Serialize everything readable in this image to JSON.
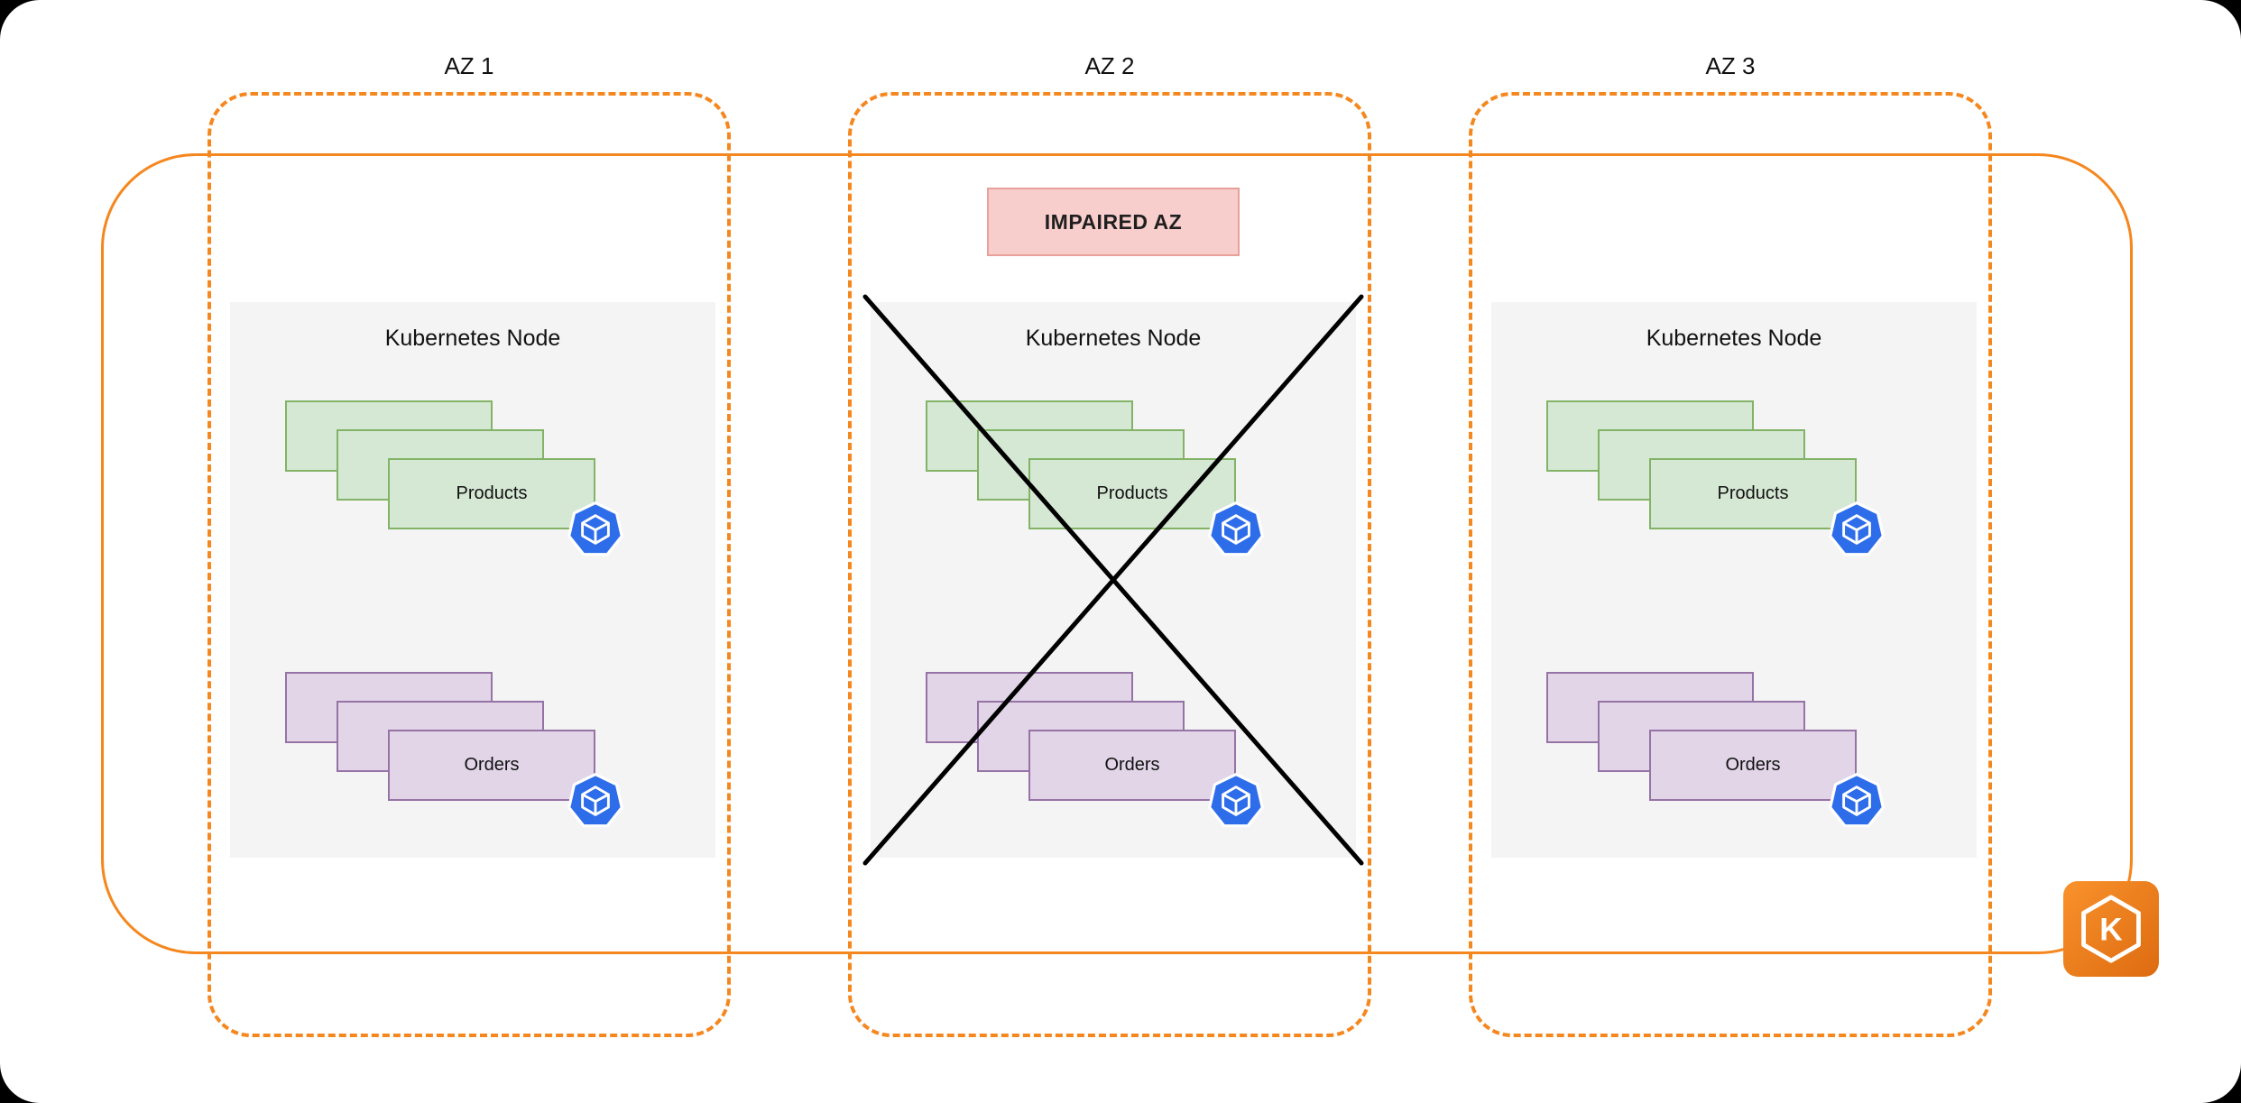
{
  "azs": [
    {
      "label": "AZ 1",
      "impaired": false,
      "node": {
        "title": "Kubernetes Node",
        "workloads": [
          {
            "name": "Products",
            "fill": "#D5E8D4",
            "border": "#82B366",
            "icon": "kubernetes-pod-icon"
          },
          {
            "name": "Orders",
            "fill": "#E1D5E7",
            "border": "#9673A6",
            "icon": "kubernetes-pod-icon"
          }
        ]
      }
    },
    {
      "label": "AZ 2",
      "impaired": true,
      "impaired_badge": {
        "text": "IMPAIRED AZ",
        "fill": "#F8CECC",
        "border": "#E8A09A"
      },
      "node": {
        "title": "Kubernetes Node",
        "workloads": [
          {
            "name": "Products",
            "fill": "#D5E8D4",
            "border": "#82B366",
            "icon": "kubernetes-pod-icon"
          },
          {
            "name": "Orders",
            "fill": "#E1D5E7",
            "border": "#9673A6",
            "icon": "kubernetes-pod-icon"
          }
        ]
      }
    },
    {
      "label": "AZ 3",
      "impaired": false,
      "node": {
        "title": "Kubernetes Node",
        "workloads": [
          {
            "name": "Products",
            "fill": "#D5E8D4",
            "border": "#82B366",
            "icon": "kubernetes-pod-icon"
          },
          {
            "name": "Orders",
            "fill": "#E1D5E7",
            "border": "#9673A6",
            "icon": "kubernetes-pod-icon"
          }
        ]
      }
    }
  ],
  "cluster_icon": {
    "name": "amazon-eks-icon",
    "letter": "K",
    "color_from": "#F9922C",
    "color_to": "#DD6B10"
  },
  "colors": {
    "az_dashed_border": "#F5871F",
    "cluster_solid_border": "#F5871F",
    "node_fill": "#F4F4F4",
    "pod_icon_blue": "#2E6DE9",
    "x_mark": "#000000"
  }
}
